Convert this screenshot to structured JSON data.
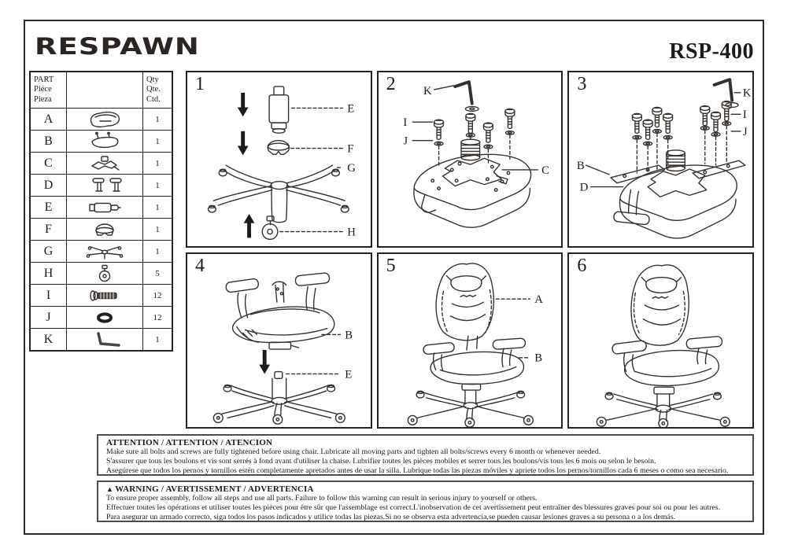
{
  "header": {
    "logo": "RESPAWN",
    "model": "RSP-400"
  },
  "colors": {
    "ink": "#1d1b1a"
  },
  "parts_table": {
    "header": {
      "part": [
        "PART",
        "Piéce",
        "Pieza"
      ],
      "qty": [
        "Qty",
        "Qte.",
        "Ctd."
      ]
    },
    "rows": [
      {
        "part": "A",
        "icon": "backrest",
        "qty": "1"
      },
      {
        "part": "B",
        "icon": "seat",
        "qty": "1"
      },
      {
        "part": "C",
        "icon": "tilt-mechanism",
        "qty": "1"
      },
      {
        "part": "D",
        "icon": "armrests",
        "qty": "1"
      },
      {
        "part": "E",
        "icon": "gas-cylinder",
        "qty": "1"
      },
      {
        "part": "F",
        "icon": "cylinder-cover",
        "qty": "1"
      },
      {
        "part": "G",
        "icon": "five-star-base",
        "qty": "1"
      },
      {
        "part": "H",
        "icon": "caster-wheel",
        "qty": "5"
      },
      {
        "part": "I",
        "icon": "bolt",
        "qty": "12"
      },
      {
        "part": "J",
        "icon": "washer",
        "qty": "12"
      },
      {
        "part": "K",
        "icon": "allen-wrench",
        "qty": "1"
      }
    ]
  },
  "steps": [
    {
      "number": "1",
      "labels": {
        "e": "E",
        "f": "F",
        "g": "G",
        "h": "H"
      }
    },
    {
      "number": "2",
      "labels": {
        "k": "K",
        "i": "I",
        "j": "J",
        "c": "C"
      }
    },
    {
      "number": "3",
      "labels": {
        "k": "K",
        "i": "I",
        "j": "J",
        "b": "B",
        "d": "D"
      }
    },
    {
      "number": "4",
      "labels": {
        "b": "B",
        "e": "E"
      }
    },
    {
      "number": "5",
      "labels": {
        "a": "A",
        "b": "B"
      }
    },
    {
      "number": "6",
      "labels": {}
    }
  ],
  "attention": {
    "title": "ATTENTION / ATTENTION / ATENCION",
    "lines": [
      "Make sure all bolts and screws are fully tightened before using chair. Lubricate all moving parts and tighten all bolts/screws every 6 month or whenever needed.",
      "S'assurer que tous les boulons et vis sont serrés à fond avant d'utiliser la chaise. Lubrifier toutes les pièces mobiles et serrer tous les boulons/vis tous les 6 mois ou selon le besoin.",
      "Asegúrese que todos los pernos y tornillos estén completamente apretados antes de usar la silla. Lubrique todas las piezas móviles y apriete todos los pernos/tornillos cada 6 meses o como sea necesario."
    ]
  },
  "warning": {
    "symbol": "▲",
    "title": "WARNING / AVERTISSEMENT / ADVERTENCIA",
    "lines": [
      "To ensure proper assembly, follow all steps and use all parts. Failure to follow this warning can result in serious injury to yourself or others.",
      "Effectuer toutes les opérations et utiliser toutes les pièces pour être sûr que l'assemblage est correct.L'inobservation de cet avertissement peut entraîner des blessures graves pour soi ou pour les autres.",
      "Para asegurar un armado correcto, siga todos los pasos indicados y utilice todas las piezas.Si no se observa esta advertencia,se pueden causar lesiones graves a su persona o a los demás."
    ]
  }
}
